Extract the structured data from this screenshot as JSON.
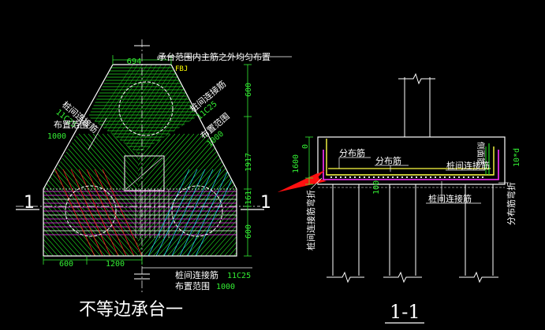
{
  "plan": {
    "title": "不等边承台一",
    "section_mark_left": "1",
    "section_mark_right": "1",
    "note_top": "承台范围内主筋之外均匀布置",
    "label_fbj": "FBJ",
    "dim_top": "694",
    "left_rebar_label": "桩间连接筋",
    "left_rebar_spec": "11C25",
    "left_range_label": "布置范围",
    "left_range_value": "1000",
    "right_rebar_label": "桩间连接筋",
    "right_rebar_spec": "11C25",
    "right_range_label": "布置范围",
    "right_range_value": "1000",
    "bottom_rebar_label": "桩间连接筋",
    "bottom_rebar_spec": "11C25",
    "bottom_range_label": "布置范围",
    "bottom_range_value": "1000",
    "dims_right": [
      "600",
      "1917",
      "161",
      "600"
    ],
    "dims_bottom": [
      "600",
      "1200"
    ]
  },
  "section": {
    "title": "1-1",
    "dim_height": "1600",
    "dim_zero": "0",
    "dim_100": "100",
    "label_distribution_1": "分布筋",
    "label_distribution_2": "分布筋",
    "label_side": "侧面筋",
    "label_link_1": "桩间连接筋",
    "label_link_2": "桩间连接筋",
    "label_link_hook": "桩间连接筋弯折",
    "label_dist_hook": "分布筋弯折",
    "label_10d": "10*d"
  },
  "colors": {
    "outline": "#ffffff",
    "dimension": "#33ee33",
    "rebar_green": "#22dd22",
    "rebar_yellow": "#ffff44",
    "rebar_red": "#ff2020",
    "rebar_magenta": "#ff33ff",
    "rebar_cyan": "#22ccee",
    "pointer": "#ff1010"
  }
}
